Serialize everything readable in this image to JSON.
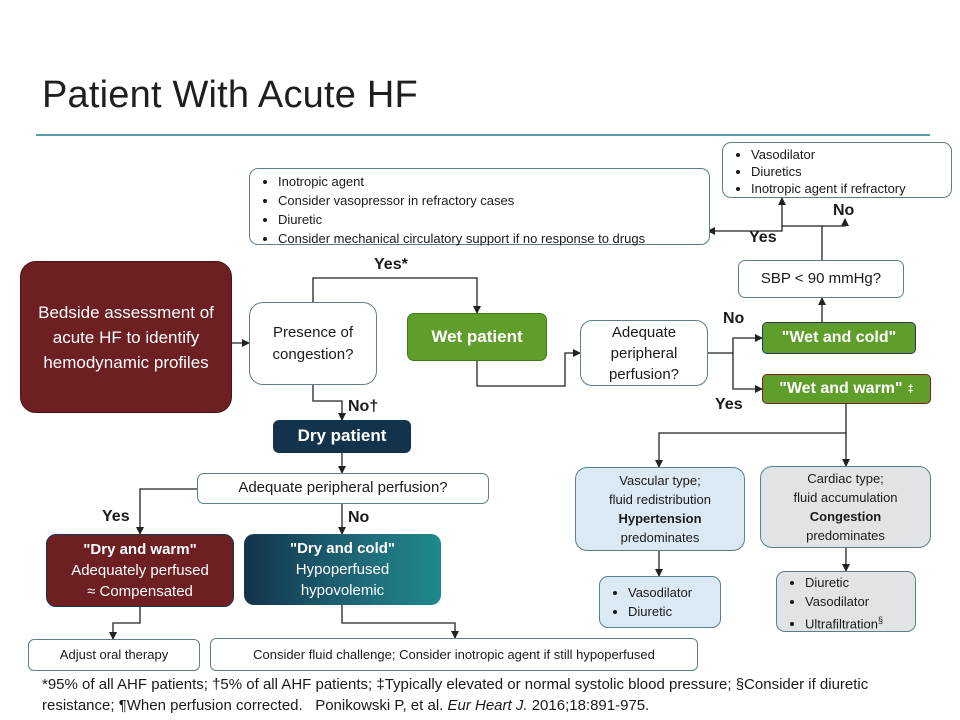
{
  "slide": {
    "title": "Patient With Acute HF",
    "footnote": {
      "note1": "*95% of all AHF patients; ",
      "note2": "†5% of all AHF patients; ",
      "note3": "‡Typically elevated or normal systolic blood pressure; ",
      "note4": "§Consider if diuretic resistance; ",
      "note5": "¶When perfusion corrected.",
      "citation_authors": "Ponikowski P, et al. ",
      "citation_journal": "Eur Heart J.",
      "citation_rest": " 2016;18:891-975."
    }
  },
  "nodes": {
    "bedside_assessment": "Bedside assessment of acute HF to identify hemodynamic profiles",
    "presence_congestion": "Presence of congestion?",
    "wet_patient": "Wet patient",
    "dry_patient": "Dry patient",
    "adequate_perfusion_wet": "Adequate peripheral perfusion?",
    "adequate_perfusion_dry": "Adequate peripheral perfusion?",
    "wet_and_cold": "\"Wet and cold\"",
    "wet_and_warm": "\"Wet and warm\"",
    "wet_and_warm_mark": "‡",
    "sbp_question": "SBP < 90 mmHg?",
    "dry_and_warm": {
      "title": "\"Dry and warm\"",
      "line1": "Adequately perfused",
      "line2": "≈ Compensated"
    },
    "dry_and_cold": {
      "title": "\"Dry and cold\"",
      "line1": "Hypoperfused",
      "line2": "hypovolemic"
    },
    "vascular_type": {
      "line1": "Vascular type;",
      "line2": "fluid redistribution",
      "line3": "Hypertension",
      "line4": "predominates"
    },
    "cardiac_type": {
      "line1": "Cardiac type;",
      "line2": "fluid accumulation",
      "line3": "Congestion",
      "line4": "predominates"
    },
    "adjust_oral": "Adjust oral therapy",
    "fluid_challenge": "Consider fluid challenge; Consider inotropic agent if still hypoperfused"
  },
  "lists": {
    "inotropic_box": [
      "Inotropic agent",
      "Consider vasopressor in refractory cases",
      "Diuretic",
      "Consider mechanical circulatory support if no response to drugs"
    ],
    "vasodilator_top": [
      "Vasodilator",
      "Diuretics",
      "Inotropic agent if refractory"
    ],
    "vascular_tx": [
      "Vasodilator",
      "Diuretic"
    ],
    "cardiac_tx": [
      "Diuretic",
      "Vasodilator",
      "Ultrafiltration"
    ],
    "cardiac_tx_mark": "§"
  },
  "labels": {
    "yes_star": "Yes*",
    "no_dagger": "No†",
    "no_wet": "No",
    "yes_wet": "Yes",
    "no_sbp": "No",
    "yes_sbp": "Yes",
    "yes_dry": "Yes",
    "no_dry": "No"
  },
  "colors": {
    "maroon": "#6e1f22",
    "green": "#5f9e2b",
    "navy": "#13334c",
    "teal": "#1f8a8a",
    "light_blue": "#dbe9f5",
    "light_gray": "#e1e4e6",
    "outline": "#5a7f8a"
  }
}
